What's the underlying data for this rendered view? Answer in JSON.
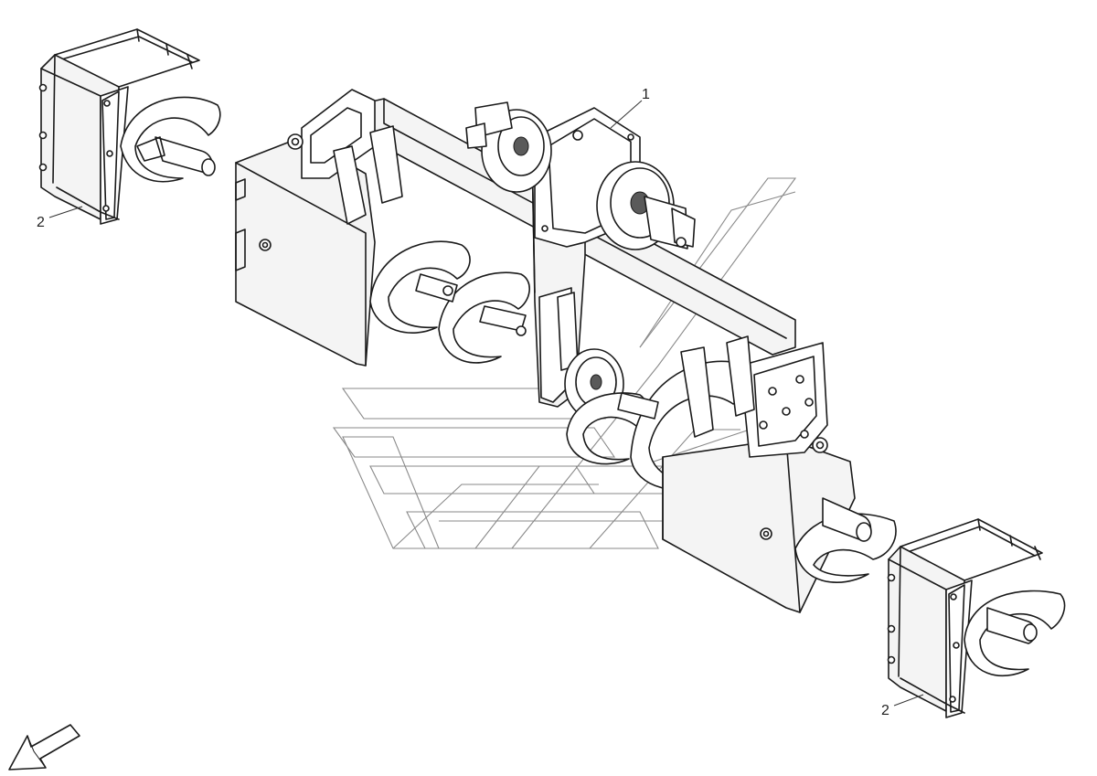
{
  "callouts": [
    {
      "id": "callout-1",
      "label": "1"
    },
    {
      "id": "callout-2-left",
      "label": "2"
    },
    {
      "id": "callout-2-right",
      "label": "2"
    }
  ]
}
